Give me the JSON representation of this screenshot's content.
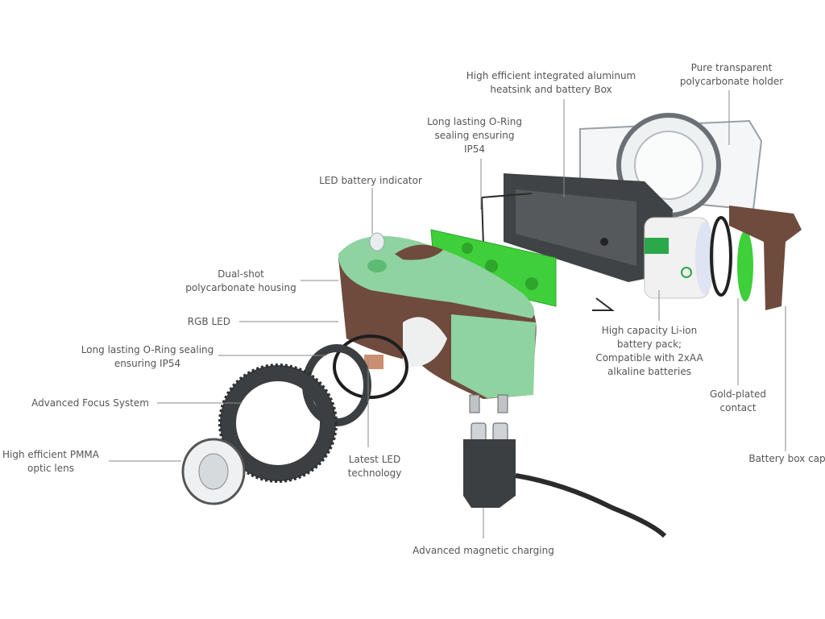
{
  "labels": {
    "holder": [
      "Pure transparent",
      "polycarbonate holder"
    ],
    "heatsink": [
      "High efficient  integrated aluminum",
      "heatsink and battery Box"
    ],
    "oring_top": [
      "Long lasting  O-Ring",
      "sealing ensuring",
      "IP54"
    ],
    "battery_indicator": [
      "LED battery indicator"
    ],
    "housing": [
      "Dual-shot",
      "polycarbonate housing"
    ],
    "rgb_led": [
      "RGB LED"
    ],
    "oring_front": [
      "Long lasting  O-Ring sealing",
      "ensuring  IP54"
    ],
    "focus": [
      "Advanced Focus System"
    ],
    "lens": [
      "High efficient PMMA",
      "optic lens"
    ],
    "led_tech": [
      "Latest LED",
      "technology"
    ],
    "charging": [
      "Advanced magnetic charging"
    ],
    "battery_pack": [
      "High capacity Li-ion",
      "battery pack;",
      "Compatible with 2xAA",
      "alkaline batteries"
    ],
    "contact": [
      "Gold-plated",
      "contact"
    ],
    "cap": [
      "Battery box cap"
    ]
  },
  "colors": {
    "text": "#555555",
    "leader": "#8a8a8a",
    "green": "#8fd3a0",
    "pcb": "#3fcf3a",
    "brown": "#6e4b3d",
    "dark": "#3c3f41"
  }
}
